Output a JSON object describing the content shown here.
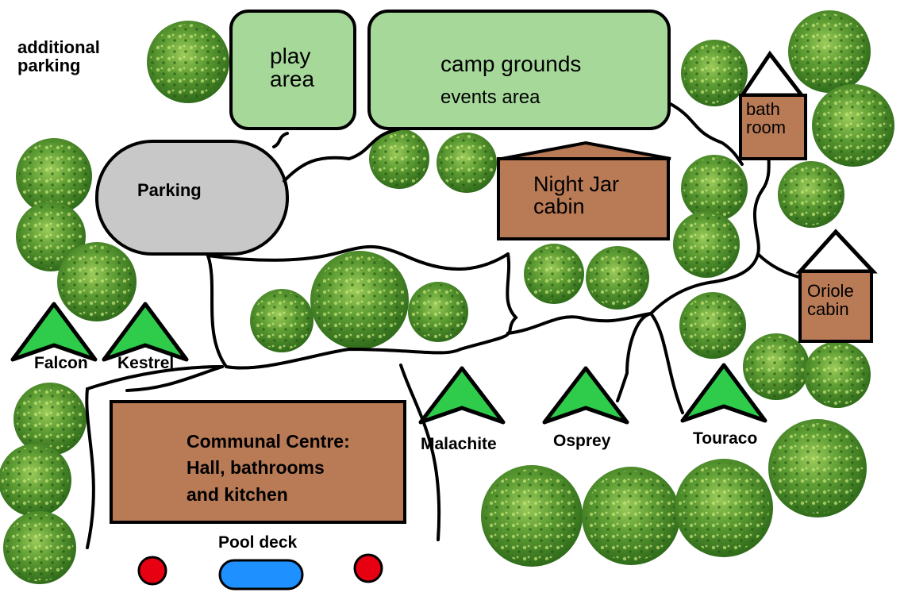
{
  "labels": {
    "additional_parking": "additional\nparking",
    "parking": "Parking",
    "play_area": "play\narea",
    "camp_grounds": "camp grounds",
    "events_area": "events area",
    "night_jar": "Night Jar\ncabin",
    "bath_room": "bath\nroom",
    "oriole": "Oriole\ncabin",
    "communal_centre": "Communal Centre:\nHall, bathrooms\nand kitchen",
    "pool_deck": "Pool deck"
  },
  "tents": [
    {
      "name": "Falcon"
    },
    {
      "name": "Kestrel"
    },
    {
      "name": "Malachite"
    },
    {
      "name": "Osprey"
    },
    {
      "name": "Touraco"
    }
  ],
  "colors": {
    "grass_area": "#a6d89a",
    "parking_lot": "#c8c8c8",
    "cabin": "#b97a56",
    "tent": "#2ecc4a",
    "pool": "#1e90ff",
    "marker": "#e60012",
    "bush": "#3e7f1e",
    "path": "#000000"
  }
}
